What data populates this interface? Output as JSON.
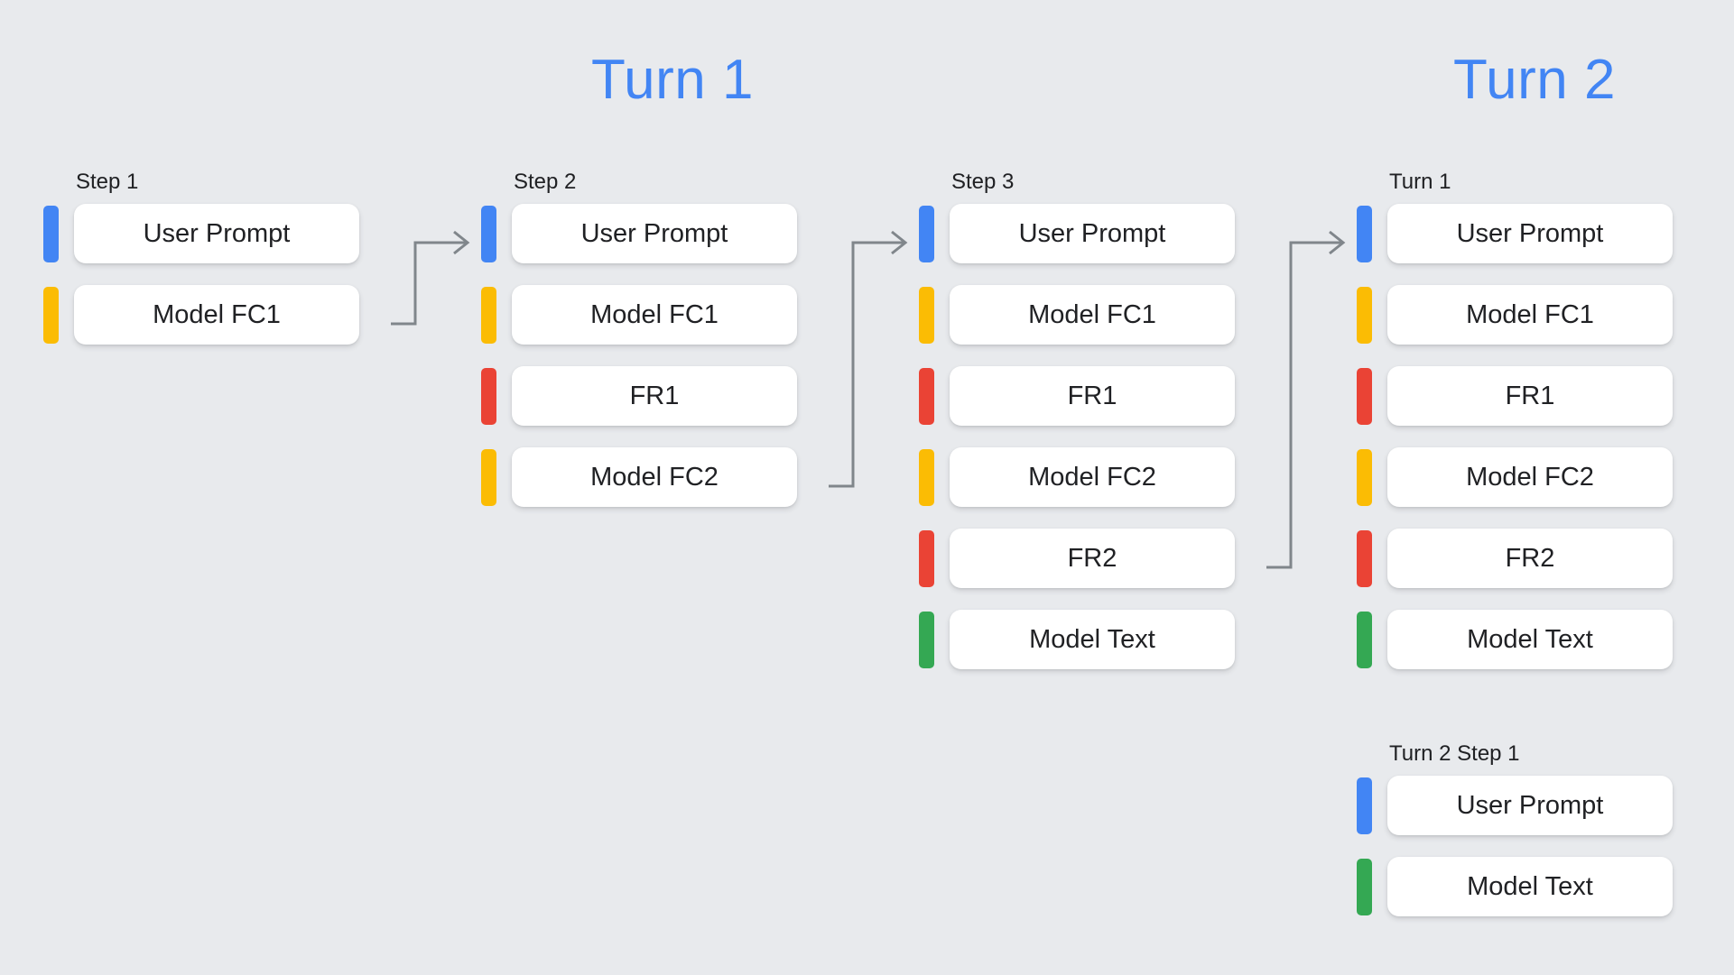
{
  "background_color": "#E8EAED",
  "palette": {
    "user_prompt": "#4285F4",
    "model_function_call": "#FBBC04",
    "function_response": "#EA4335",
    "model_text": "#34A853",
    "heading_blue": "#4285F4",
    "card_background": "#FFFFFF",
    "card_text": "#202124",
    "connector_gray": "#80868B"
  },
  "headings": [
    {
      "id": "turn1",
      "label": "Turn 1"
    },
    {
      "id": "turn2",
      "label": "Turn 2"
    }
  ],
  "columns": [
    {
      "id": "step1",
      "label": "Step 1",
      "rows": [
        {
          "label": "User Prompt",
          "color": "blue"
        },
        {
          "label": "Model FC1",
          "color": "yellow"
        }
      ]
    },
    {
      "id": "step2",
      "label": "Step 2",
      "rows": [
        {
          "label": "User Prompt",
          "color": "blue"
        },
        {
          "label": "Model FC1",
          "color": "yellow"
        },
        {
          "label": "FR1",
          "color": "red"
        },
        {
          "label": "Model FC2",
          "color": "yellow"
        }
      ]
    },
    {
      "id": "step3",
      "label": "Step 3",
      "rows": [
        {
          "label": "User Prompt",
          "color": "blue"
        },
        {
          "label": "Model FC1",
          "color": "yellow"
        },
        {
          "label": "FR1",
          "color": "red"
        },
        {
          "label": "Model FC2",
          "color": "yellow"
        },
        {
          "label": "FR2",
          "color": "red"
        },
        {
          "label": "Model Text",
          "color": "green"
        }
      ]
    },
    {
      "id": "turn1",
      "label": "Turn 1",
      "rows": [
        {
          "label": "User Prompt",
          "color": "blue"
        },
        {
          "label": "Model FC1",
          "color": "yellow"
        },
        {
          "label": "FR1",
          "color": "red"
        },
        {
          "label": "Model FC2",
          "color": "yellow"
        },
        {
          "label": "FR2",
          "color": "red"
        },
        {
          "label": "Model Text",
          "color": "green"
        }
      ]
    },
    {
      "id": "turn2step1",
      "label": "Turn 2 Step 1",
      "rows": [
        {
          "label": "User Prompt",
          "color": "blue"
        },
        {
          "label": "Model Text",
          "color": "green"
        }
      ]
    }
  ],
  "connectors": [
    {
      "id": "step1-to-step2",
      "from_column": "step1",
      "from_row": 1,
      "to_column": "step2",
      "to_row": 0
    },
    {
      "id": "step2-to-step3",
      "from_column": "step2",
      "from_row": 3,
      "to_column": "step3",
      "to_row": 0
    },
    {
      "id": "step3-to-turn1",
      "from_column": "step3",
      "from_row": 4,
      "to_column": "turn1",
      "to_row": 0
    }
  ]
}
